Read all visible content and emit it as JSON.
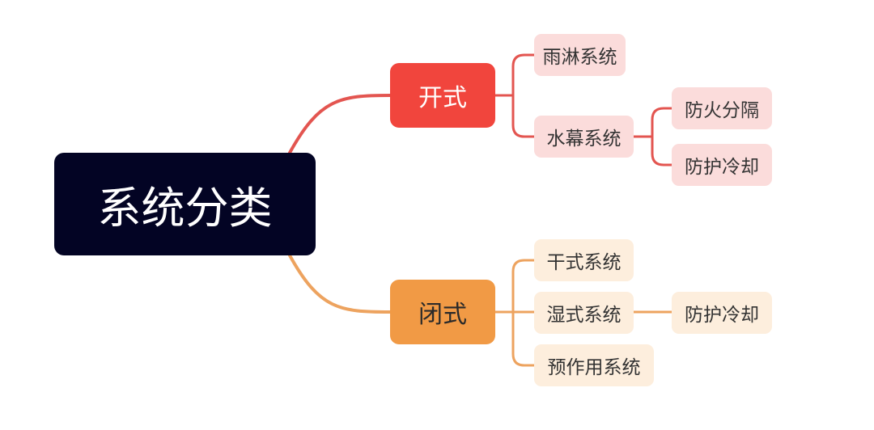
{
  "colors": {
    "root_bg": "#030424",
    "open_branch": "#f1453d",
    "closed_branch": "#f19a45",
    "open_leaf_bg": "#fbdcdb",
    "closed_leaf_bg": "#fdeedd",
    "open_line": "#e35550",
    "closed_line": "#eda35f"
  },
  "root": {
    "label": "系统分类"
  },
  "open": {
    "label": "开式",
    "children": [
      {
        "label": "雨淋系统"
      },
      {
        "label": "水幕系统",
        "children": [
          {
            "label": "防火分隔"
          },
          {
            "label": "防护冷却"
          }
        ]
      }
    ]
  },
  "closed": {
    "label": "闭式",
    "children": [
      {
        "label": "干式系统"
      },
      {
        "label": "湿式系统",
        "children": [
          {
            "label": "防护冷却"
          }
        ]
      },
      {
        "label": "预作用系统"
      }
    ]
  }
}
